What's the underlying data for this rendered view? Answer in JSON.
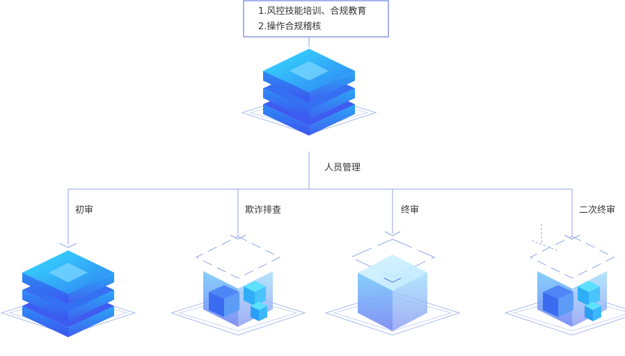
{
  "top_note": {
    "line1": "1.风控技能培训、合规教育",
    "line2": "2.操作合规稽核"
  },
  "root_label": "人员管理",
  "branches": [
    {
      "label": "初审",
      "icon": "server-stack-icon"
    },
    {
      "label": "欺诈排查",
      "icon": "open-box-cubes-icon"
    },
    {
      "label": "终审",
      "icon": "translucent-cube-icon"
    },
    {
      "label": "二次终审",
      "icon": "open-box-cubes-icon"
    }
  ],
  "colors": {
    "connector": "#8fa2e8",
    "note_border": "#4a67d6",
    "cube_light": "#27d3fb",
    "cube_mid": "#2f8cf2",
    "cube_dark": "#3f55f0"
  }
}
